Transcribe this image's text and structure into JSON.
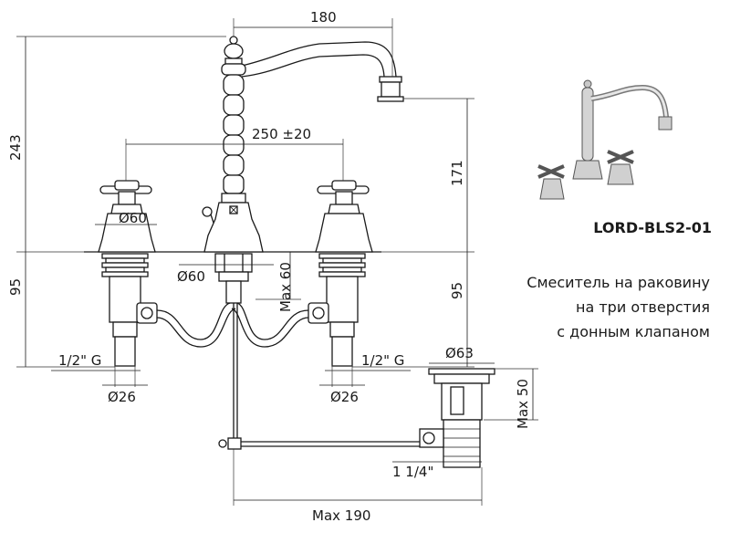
{
  "product": {
    "model": "LORD-BLS2-01",
    "description": [
      "Смеситель на раковину",
      "на три отверстия",
      "с донным клапаном"
    ]
  },
  "dimensions": {
    "spout_reach": "180",
    "total_height": "243",
    "handle_spacing": "250 ±20",
    "spout_height": "171",
    "handle_base_dia": "Ø60",
    "spout_base_dia": "Ø60",
    "max_counter_thickness": "Max 60",
    "left_below_counter": "95",
    "right_below_counter": "95",
    "left_thread": "1/2\" G",
    "right_thread": "1/2\" G",
    "left_shank_dia": "Ø26",
    "right_shank_dia": "Ø26",
    "drain_dia": "Ø63",
    "drain_height": "Max 50",
    "drain_thread": "1 1/4\"",
    "pull_rod_length": "Max 190"
  },
  "colors": {
    "line": "#1a1a1a",
    "chrome": "#b8b8b8"
  }
}
